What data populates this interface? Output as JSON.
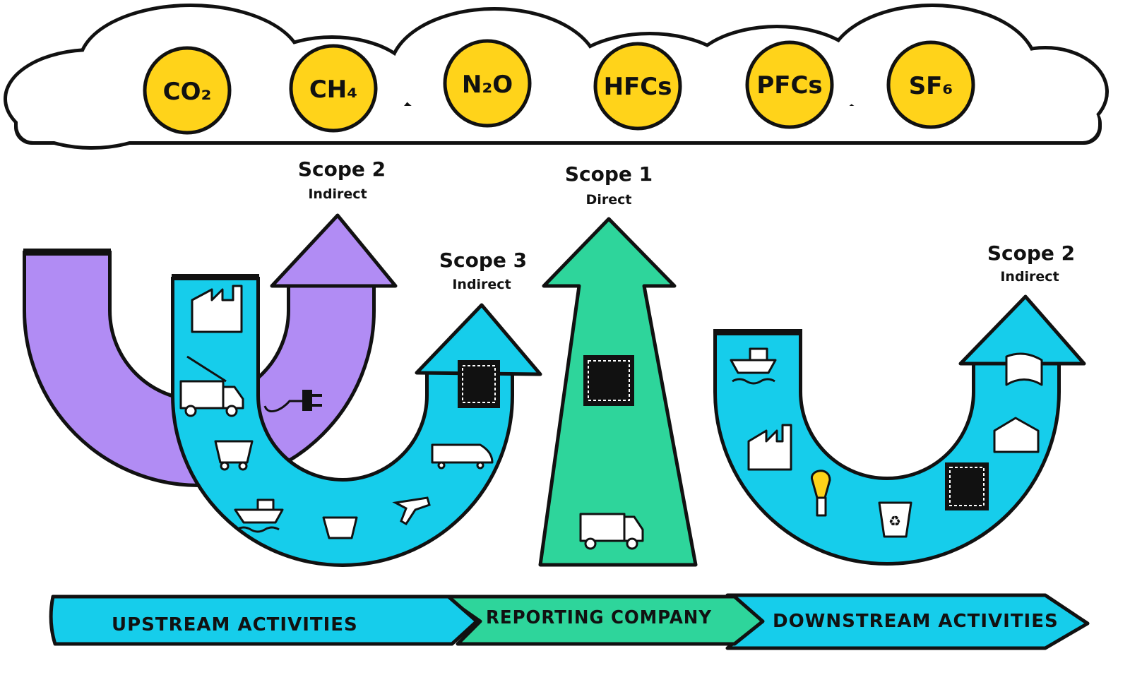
{
  "gases": [
    "CO₂",
    "CH₄",
    "N₂O",
    "HFCs",
    "PFCs",
    "SF₆"
  ],
  "scopes": {
    "upstream_purple": {
      "title": "Scope 2",
      "subtitle": "Indirect"
    },
    "upstream_cyan": {
      "title": "Scope 3",
      "subtitle": "Indirect"
    },
    "company": {
      "title": "Scope 1",
      "subtitle": "Direct"
    },
    "downstream": {
      "title": "Scope 2",
      "subtitle": "Indirect"
    }
  },
  "band": {
    "upstream": "UPSTREAM ACTIVITIES",
    "company": "REPORTING COMPANY",
    "downstream": "DOWNSTREAM ACTIVITIES"
  },
  "colors": {
    "gas_yellow": "#FFD31A",
    "purple": "#B18CF4",
    "cyan": "#16CDEB",
    "green": "#2ED59B",
    "outline": "#111111"
  }
}
